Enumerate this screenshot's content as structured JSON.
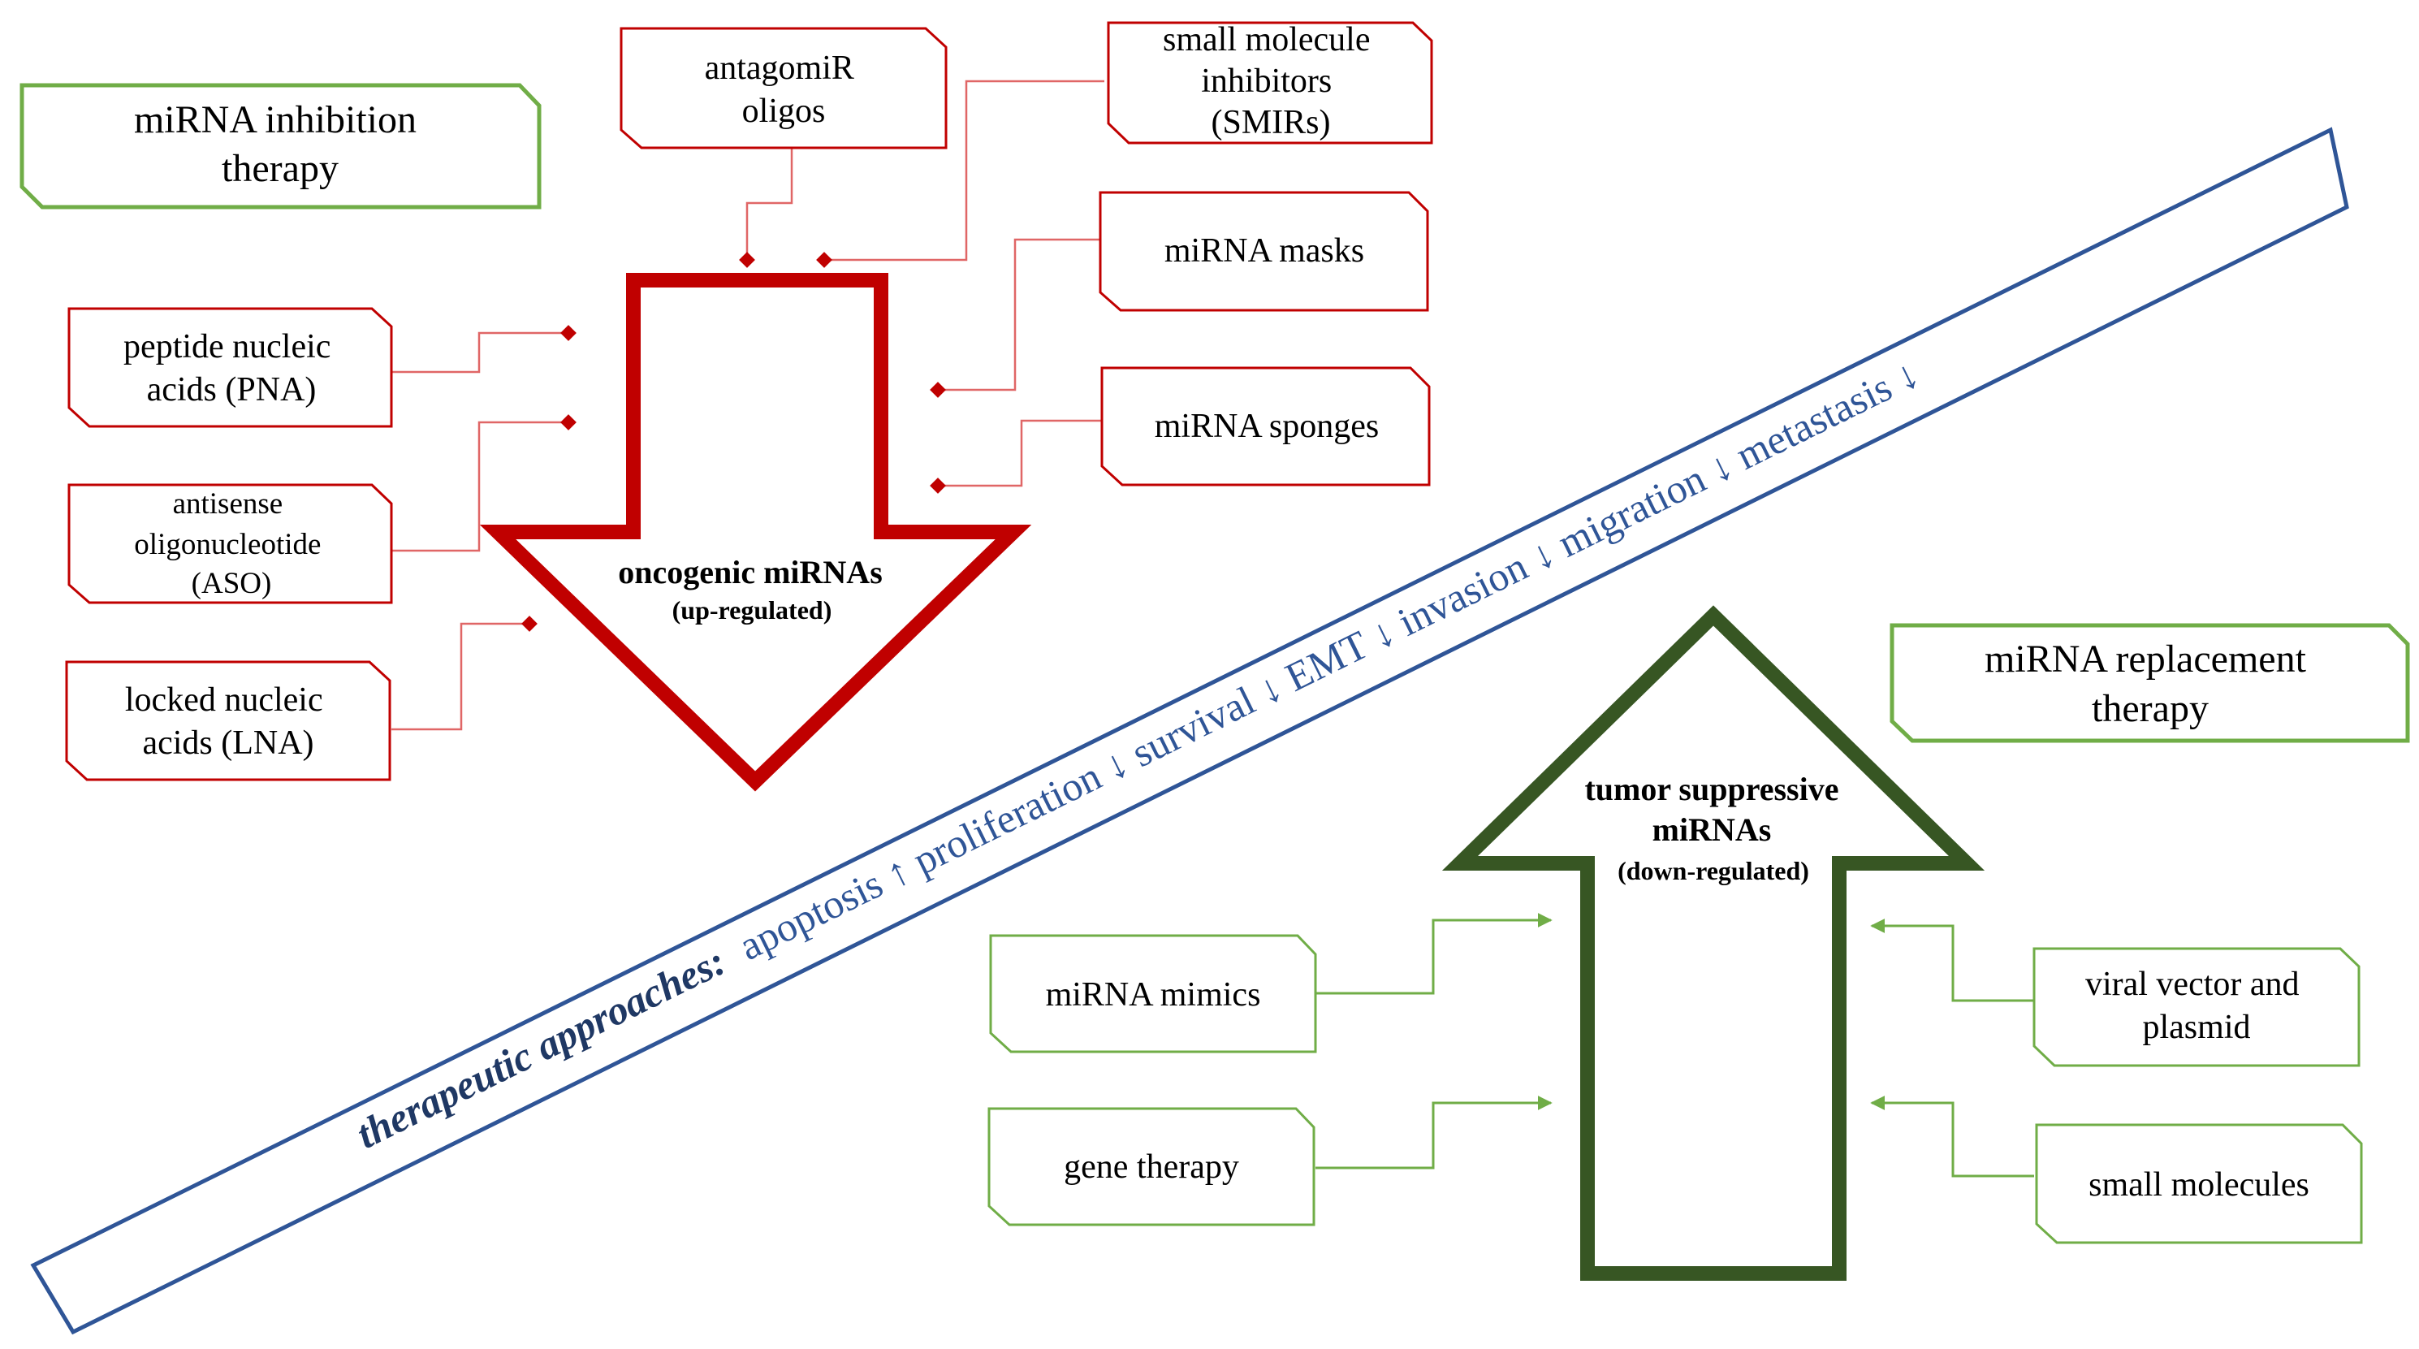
{
  "inhibition": {
    "title": [
      "miRNA inhibition",
      "therapy"
    ],
    "arrow_label": "oncogenic miRNAs",
    "arrow_sub": "(up-regulated)",
    "boxes": {
      "antagomir": [
        "antagomiR",
        "oligos"
      ],
      "smir": [
        "small molecule",
        "inhibitors",
        "(SMIRs)"
      ],
      "masks": [
        "miRNA masks"
      ],
      "sponges": [
        "miRNA sponges"
      ],
      "pna": [
        "peptide nucleic",
        "acids (PNA)"
      ],
      "aso": [
        "antisense",
        "oligonucleotide",
        "(ASO)"
      ],
      "lna": [
        "locked nucleic",
        "acids (LNA)"
      ]
    }
  },
  "replacement": {
    "title": [
      "miRNA replacement",
      "therapy"
    ],
    "arrow_label": [
      "tumor suppressive",
      "miRNAs"
    ],
    "arrow_sub": "(down-regulated)",
    "boxes": {
      "mimics": [
        "miRNA mimics"
      ],
      "gene": [
        "gene therapy"
      ],
      "viral": [
        "viral vector and",
        "plasmid"
      ],
      "small": [
        "small molecules"
      ]
    }
  },
  "band": {
    "lead": "therapeutic approaches:",
    "effects": "apoptosis ↑ proliferation ↓ survival ↓ EMT ↓ invasion ↓ migration ↓ metastasis ↓"
  },
  "colors": {
    "red": "#c00000",
    "red_line": "#d9534f",
    "dark_green": "#375623",
    "green": "#70ad47",
    "blue": "#2f5597"
  }
}
